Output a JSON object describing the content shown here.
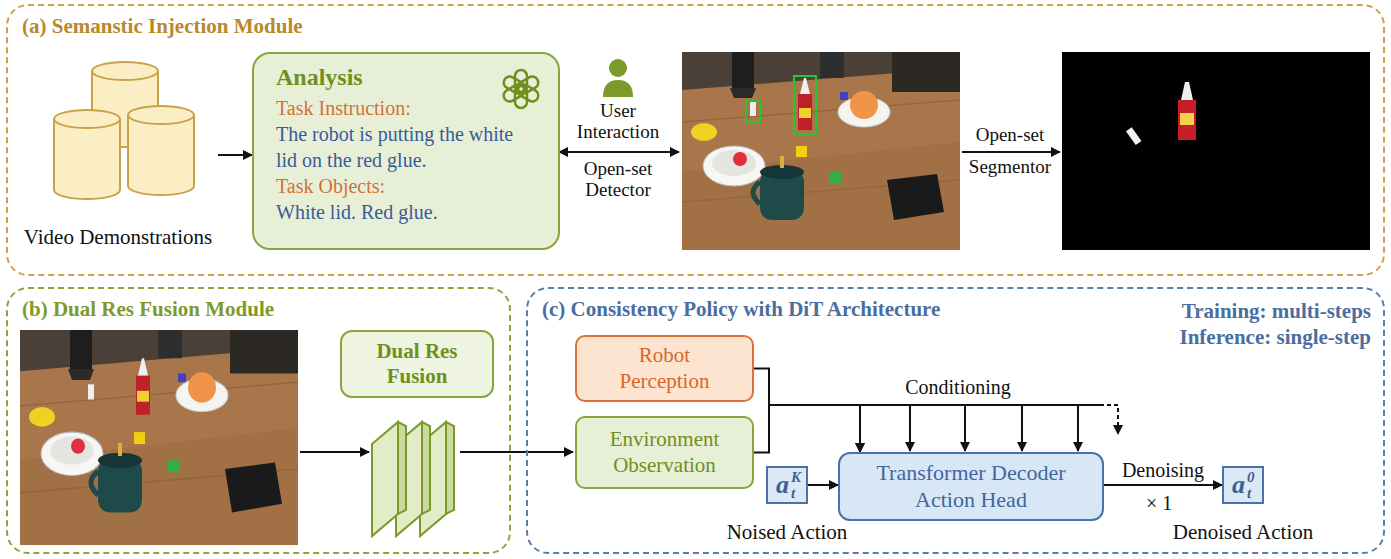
{
  "diagram": {
    "nodes": [
      {
        "text": [
          "(a) Semanstic Injection Module"
        ]
      },
      {
        "text": [
          "Video Demonstrations"
        ],
        "in": 0
      },
      {
        "text": [
          "Analysis",
          "Task Instruction:",
          "The robot is putting the white lid on the red glue.",
          "Task Objects:",
          "White lid. Red glue."
        ],
        "in": 0
      },
      {
        "text": [
          "(b) Dual Res Fusion Module"
        ]
      },
      {
        "text": [
          "Dual Res Fusion"
        ],
        "in": 3
      },
      {
        "text": [
          "(c) Consistency Policy with DiT Architecture"
        ]
      },
      {
        "text": [
          "Robot Perception"
        ],
        "in": 5
      },
      {
        "text": [
          "Environment Observation"
        ],
        "in": 5
      },
      {
        "text": [
          "Transformer Decoder Action Head"
        ],
        "in": 5
      },
      {
        "text": [
          "a",
          "t",
          "K",
          "Noised Action"
        ],
        "in": 5
      },
      {
        "text": [
          "a",
          "t",
          "0",
          "Denoised Action"
        ],
        "in": 5
      }
    ],
    "edges": [
      {
        "from": 1,
        "to": 2,
        "arrow": "to"
      },
      {
        "from": 6,
        "to": 8,
        "arrow": "to"
      },
      {
        "from": 7,
        "to": 8,
        "arrow": "to"
      },
      {
        "from": 9,
        "to": 8,
        "arrow": "to"
      },
      {
        "from": 8,
        "to": 10,
        "label": "Denoising",
        "arrow": "to"
      }
    ],
    "labels": [
      "User Interaction",
      "Open-set Detector",
      "Open-set Segmentor",
      "Training: multi-steps",
      "Inference: single-step",
      "Conditioning",
      "× 1"
    ]
  }
}
